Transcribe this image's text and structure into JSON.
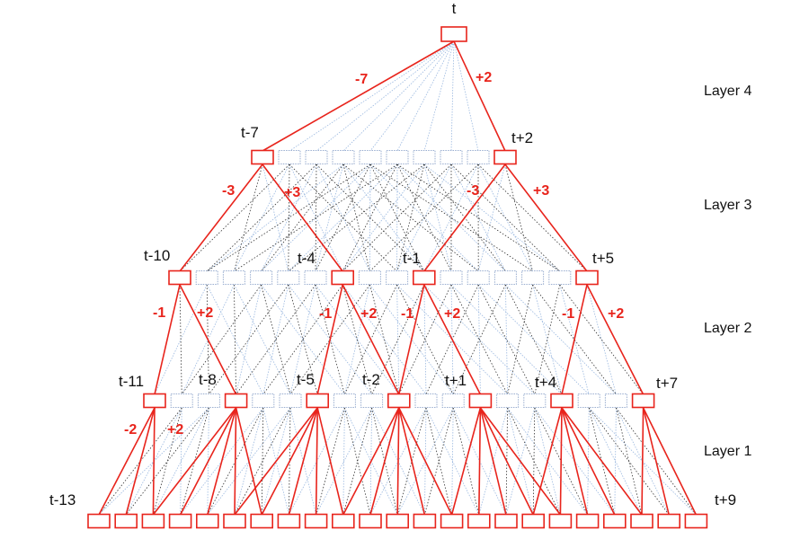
{
  "top_node_label": "t",
  "layer_labels": [
    "Layer 4",
    "Layer 3",
    "Layer 2",
    "Layer 1"
  ],
  "layer4": {
    "labels": [
      "t-7",
      "t+2"
    ],
    "weights": [
      "-7",
      "+2"
    ]
  },
  "layer3": {
    "labels": [
      "t-10",
      "t-4",
      "t-1",
      "t+5"
    ],
    "weights": [
      "-3",
      "+3",
      "-3",
      "+3"
    ]
  },
  "layer2": {
    "labels": [
      "t-11",
      "t-8",
      "t-5",
      "t-2",
      "t+1",
      "t+4",
      "t+7"
    ],
    "weights": [
      "-1",
      "+2",
      "-1",
      "+2",
      "-1",
      "+2",
      "-1",
      "+2"
    ]
  },
  "layer1": {
    "labels": [
      "t-13",
      "t+9"
    ],
    "weights": [
      "-2",
      "+2"
    ]
  },
  "colors": {
    "active": "#e8241c",
    "inactive_box": "#9aaed0",
    "dense": "#8fb0dc",
    "dark_dotted": "#333333"
  }
}
